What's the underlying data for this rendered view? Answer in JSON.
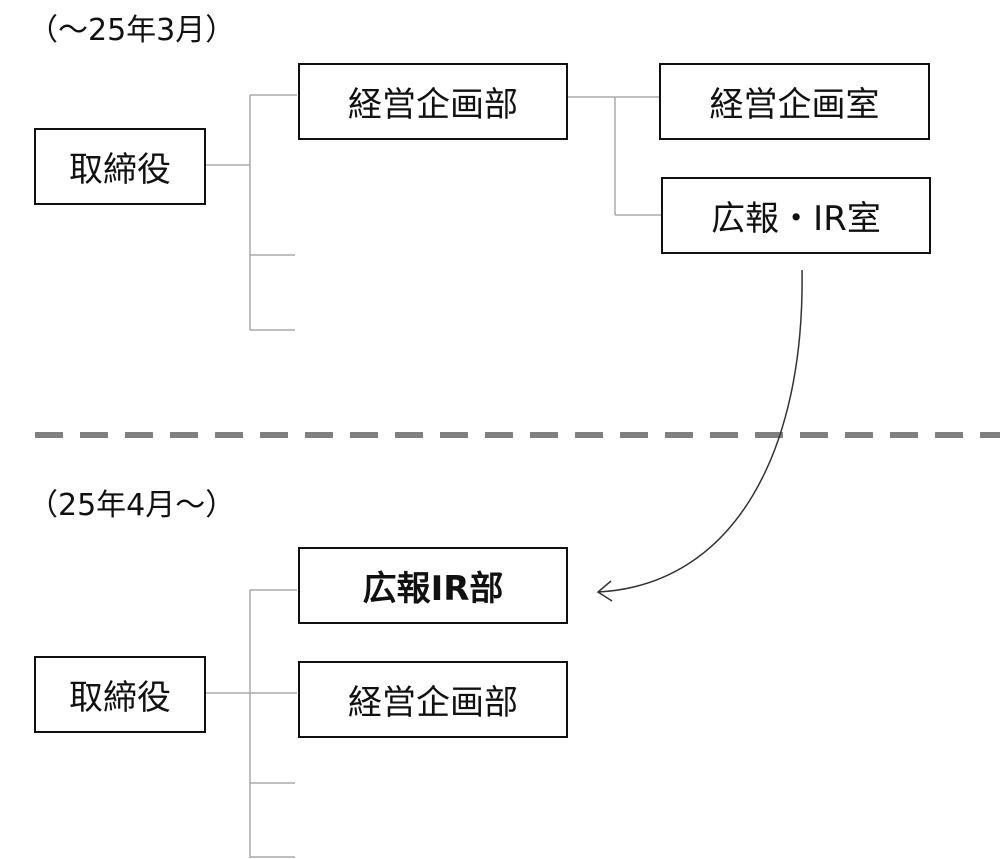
{
  "before": {
    "period_label": "（～25年3月）",
    "board": "取締役",
    "dept": "経営企画部",
    "units": [
      "経営企画室",
      "広報・IR室"
    ]
  },
  "after": {
    "period_label": "（25年4月～）",
    "board": "取締役",
    "new_dept": "広報IR部",
    "dept": "経営企画部"
  }
}
